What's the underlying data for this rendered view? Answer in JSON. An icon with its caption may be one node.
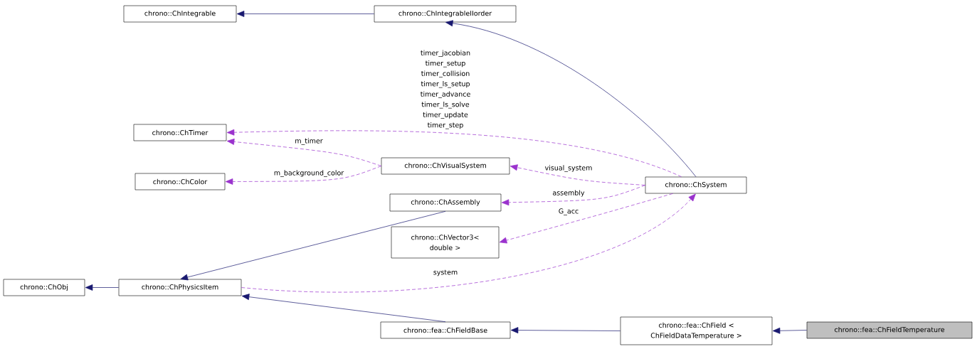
{
  "diagram": {
    "nodes": [
      {
        "text": [
          "chrono::ChIntegrable"
        ]
      },
      {
        "text": [
          "chrono::ChIntegrableIIorder"
        ]
      },
      {
        "text": [
          "chrono::ChTimer"
        ]
      },
      {
        "text": [
          "chrono::ChVisualSystem"
        ]
      },
      {
        "text": [
          "chrono::ChColor"
        ]
      },
      {
        "text": [
          "chrono::ChSystem"
        ]
      },
      {
        "text": [
          "chrono::ChAssembly"
        ]
      },
      {
        "text": [
          "chrono::ChVector3< double >"
        ]
      },
      {
        "text": [
          "chrono::ChObj"
        ]
      },
      {
        "text": [
          "chrono::ChPhysicsItem"
        ]
      },
      {
        "text": [
          "chrono::fea::ChFieldBase"
        ]
      },
      {
        "text": [
          "chrono::fea::ChField < ChFieldDataTemperature >"
        ]
      },
      {
        "text": [
          "chrono::fea::ChFieldTemperature"
        ]
      }
    ],
    "edges": [
      {
        "from": 1,
        "to": 0,
        "arrow": "to"
      },
      {
        "from": 5,
        "to": 1,
        "arrow": "to"
      },
      {
        "from": 5,
        "to": 2,
        "arrow": "to",
        "style": "dashed",
        "color": "#9a32cd",
        "label": "timer_jacobian timer_setup timer_collision timer_ls_setup timer_advance timer_ls_solve timer_update timer_step"
      },
      {
        "from": 3,
        "to": 2,
        "arrow": "to",
        "style": "dashed",
        "color": "#9a32cd",
        "label": "m_timer"
      },
      {
        "from": 3,
        "to": 4,
        "arrow": "to",
        "style": "dashed",
        "color": "#9a32cd",
        "label": "m_background_color"
      },
      {
        "from": 5,
        "to": 3,
        "arrow": "to",
        "style": "dashed",
        "color": "#9a32cd",
        "label": "visual_system"
      },
      {
        "from": 5,
        "to": 6,
        "arrow": "to",
        "style": "dashed",
        "color": "#9a32cd",
        "label": "assembly"
      },
      {
        "from": 5,
        "to": 7,
        "arrow": "to",
        "style": "dashed",
        "color": "#9a32cd",
        "label": "G_acc"
      },
      {
        "from": 6,
        "to": 9,
        "arrow": "to"
      },
      {
        "from": 9,
        "to": 5,
        "arrow": "to",
        "style": "dashed",
        "color": "#9a32cd",
        "label": "system"
      },
      {
        "from": 9,
        "to": 8,
        "arrow": "to"
      },
      {
        "from": 10,
        "to": 9,
        "arrow": "to"
      },
      {
        "from": 11,
        "to": 10,
        "arrow": "to"
      },
      {
        "from": 12,
        "to": 11,
        "arrow": "to"
      }
    ]
  }
}
